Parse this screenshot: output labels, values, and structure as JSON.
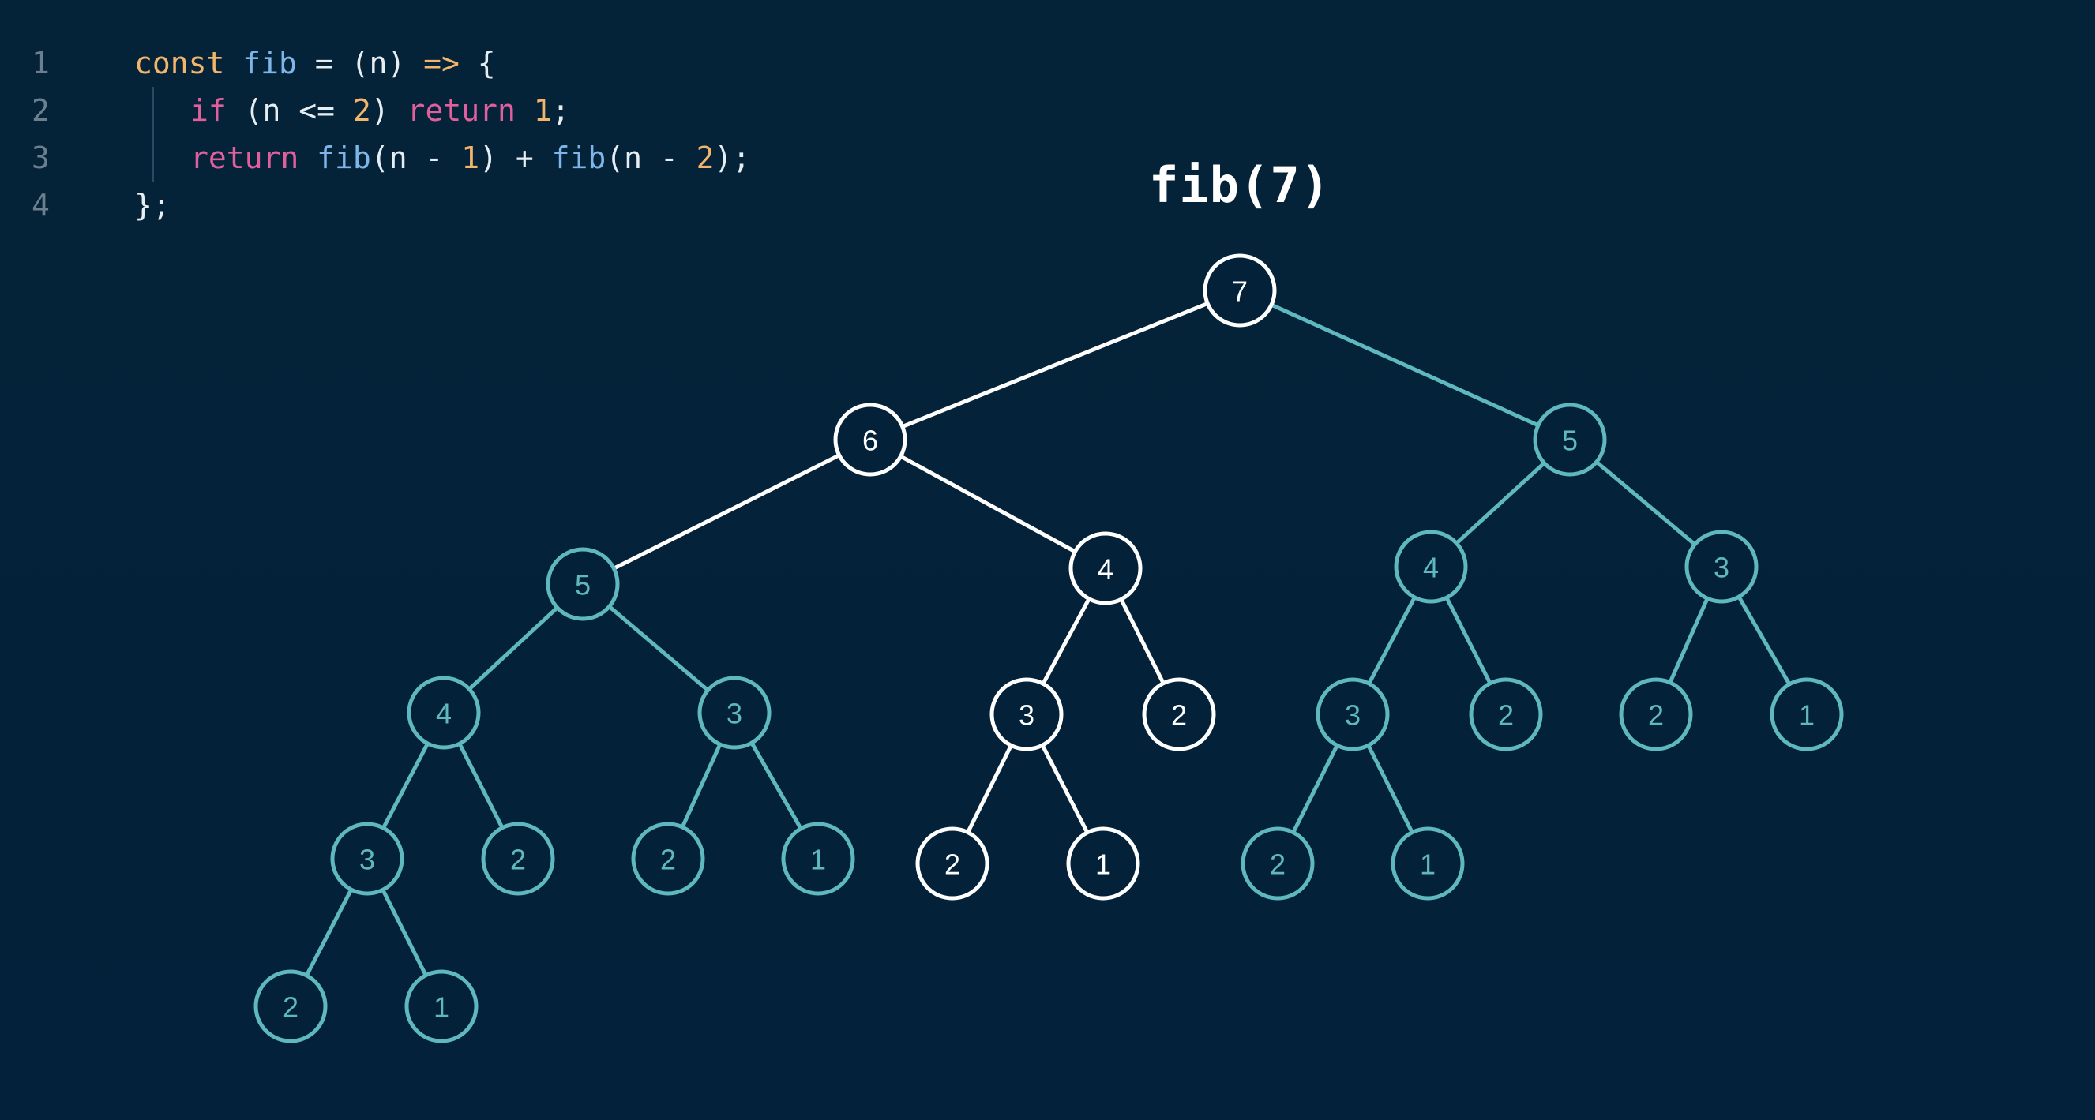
{
  "code": {
    "lines": [
      {
        "number": "1",
        "indent": 0,
        "tokens": [
          {
            "t": "const ",
            "c": "kw"
          },
          {
            "t": "fib",
            "c": "fn"
          },
          {
            "t": " = (",
            "c": "txt"
          },
          {
            "t": "n",
            "c": "txt"
          },
          {
            "t": ") ",
            "c": "txt"
          },
          {
            "t": "=>",
            "c": "op"
          },
          {
            "t": " {",
            "c": "txt"
          }
        ]
      },
      {
        "number": "2",
        "indent": 1,
        "tokens": [
          {
            "t": "if",
            "c": "ctl"
          },
          {
            "t": " (n <= ",
            "c": "txt"
          },
          {
            "t": "2",
            "c": "num"
          },
          {
            "t": ") ",
            "c": "txt"
          },
          {
            "t": "return",
            "c": "ctl"
          },
          {
            "t": " ",
            "c": "txt"
          },
          {
            "t": "1",
            "c": "num"
          },
          {
            "t": ";",
            "c": "txt"
          }
        ]
      },
      {
        "number": "3",
        "indent": 1,
        "tokens": [
          {
            "t": "return",
            "c": "ctl"
          },
          {
            "t": " ",
            "c": "txt"
          },
          {
            "t": "fib",
            "c": "fn"
          },
          {
            "t": "(n - ",
            "c": "txt"
          },
          {
            "t": "1",
            "c": "num"
          },
          {
            "t": ") + ",
            "c": "txt"
          },
          {
            "t": "fib",
            "c": "fn"
          },
          {
            "t": "(n - ",
            "c": "txt"
          },
          {
            "t": "2",
            "c": "num"
          },
          {
            "t": ");",
            "c": "txt"
          }
        ]
      },
      {
        "number": "4",
        "indent": 0,
        "tokens": [
          {
            "t": "};",
            "c": "txt"
          }
        ]
      }
    ]
  },
  "title": "fib(7)",
  "colors": {
    "background": "#032239",
    "active": "#ffffff",
    "memo": "#5fb8bf"
  },
  "tree": {
    "nodes": [
      {
        "id": "r",
        "label": "7",
        "active": true
      },
      {
        "id": "a",
        "label": "6",
        "active": true,
        "parent": "r"
      },
      {
        "id": "b",
        "label": "5",
        "active": false,
        "parent": "r"
      },
      {
        "id": "a1",
        "label": "5",
        "active": false,
        "parent": "a",
        "edge_active": true
      },
      {
        "id": "a2",
        "label": "4",
        "active": true,
        "parent": "a"
      },
      {
        "id": "b1",
        "label": "4",
        "active": false,
        "parent": "b"
      },
      {
        "id": "b2",
        "label": "3",
        "active": false,
        "parent": "b"
      },
      {
        "id": "a11",
        "label": "4",
        "active": false,
        "parent": "a1"
      },
      {
        "id": "a12",
        "label": "3",
        "active": false,
        "parent": "a1"
      },
      {
        "id": "a21",
        "label": "3",
        "active": true,
        "parent": "a2"
      },
      {
        "id": "a22",
        "label": "2",
        "active": true,
        "parent": "a2"
      },
      {
        "id": "b11",
        "label": "3",
        "active": false,
        "parent": "b1"
      },
      {
        "id": "b12",
        "label": "2",
        "active": false,
        "parent": "b1"
      },
      {
        "id": "b21",
        "label": "2",
        "active": false,
        "parent": "b2"
      },
      {
        "id": "b22",
        "label": "1",
        "active": false,
        "parent": "b2"
      },
      {
        "id": "a111",
        "label": "3",
        "active": false,
        "parent": "a11"
      },
      {
        "id": "a112",
        "label": "2",
        "active": false,
        "parent": "a11"
      },
      {
        "id": "a121",
        "label": "2",
        "active": false,
        "parent": "a12"
      },
      {
        "id": "a122",
        "label": "1",
        "active": false,
        "parent": "a12"
      },
      {
        "id": "a211",
        "label": "2",
        "active": true,
        "parent": "a21"
      },
      {
        "id": "a212",
        "label": "1",
        "active": true,
        "parent": "a21"
      },
      {
        "id": "b111",
        "label": "2",
        "active": false,
        "parent": "b11"
      },
      {
        "id": "b112",
        "label": "1",
        "active": false,
        "parent": "b11"
      },
      {
        "id": "a1111",
        "label": "2",
        "active": false,
        "parent": "a111"
      },
      {
        "id": "a1112",
        "label": "1",
        "active": false,
        "parent": "a111"
      }
    ]
  }
}
